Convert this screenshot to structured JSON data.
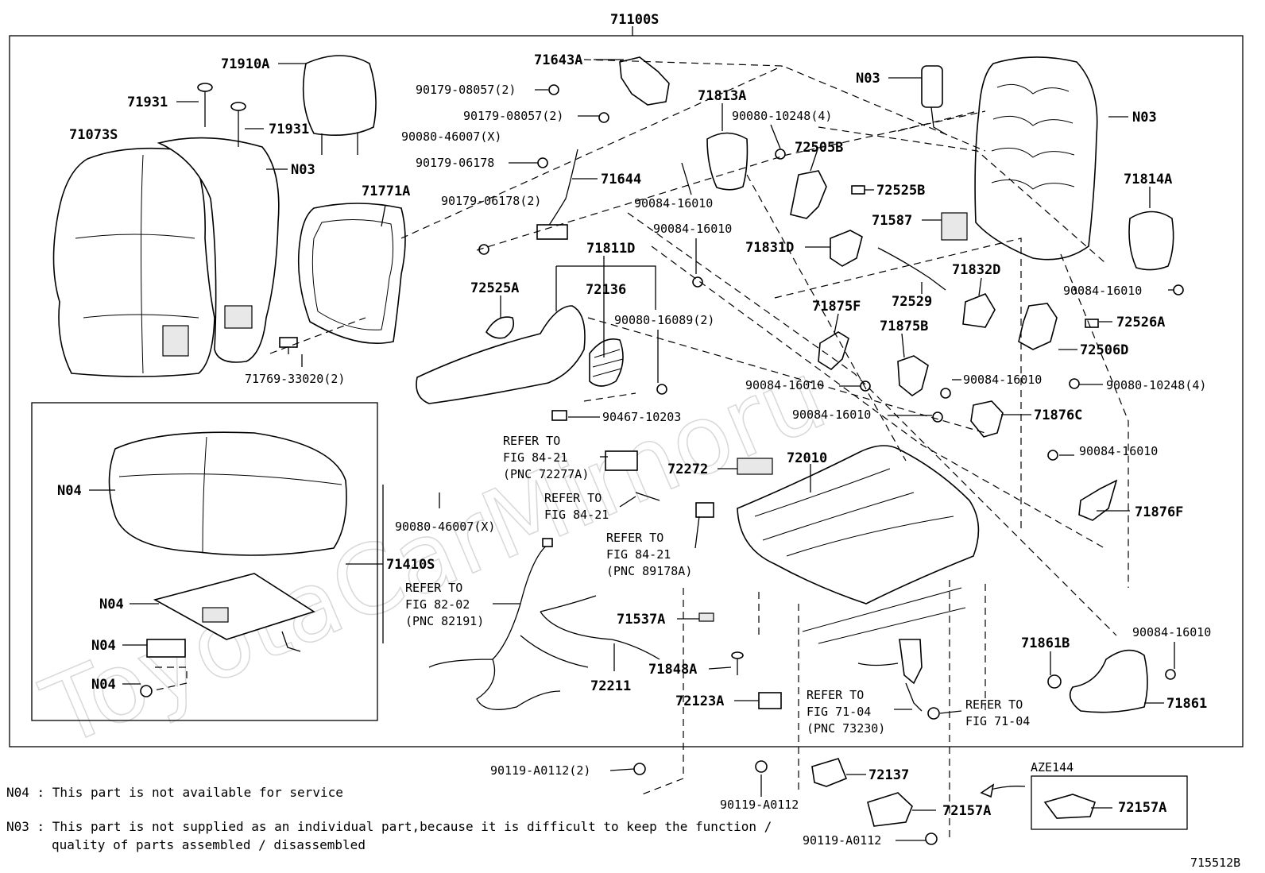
{
  "watermark": "ToyotaCarMimoru",
  "diagram_id": "715512B",
  "labels": {
    "l71100S": "71100S",
    "l71910A": "71910A",
    "l71931a": "71931",
    "l71931b": "71931",
    "l71073S": "71073S",
    "lN03a": "N03",
    "l71771A": "71771A",
    "l71769": "71769-33020(2)",
    "l71643A": "71643A",
    "l9017908057a": "90179-08057(2)",
    "l9017908057b": "90179-08057(2)",
    "l9008046007a": "90080-46007(X)",
    "l9017906178": "90179-06178",
    "l71644": "71644",
    "l9017906178b": "90179-06178(2)",
    "l71813A": "71813A",
    "l9008410010a": "90084-16010",
    "l9008410010b": "90084-16010",
    "l9008010248a": "90080-10248(4)",
    "l72505B": "72505B",
    "l72525B": "72525B",
    "l71587": "71587",
    "l71831D": "71831D",
    "lN03b": "N03",
    "lN03c": "N03",
    "l71814A": "71814A",
    "l9008410010c": "90084-16010",
    "l72525A": "72525A",
    "l71811D": "71811D",
    "l72136": "72136",
    "l9008016089": "90080-16089(2)",
    "l90467": "90467-10203",
    "l72529": "72529",
    "l71832D": "71832D",
    "l71875F": "71875F",
    "l71875B": "71875B",
    "l72526A": "72526A",
    "l72506D": "72506D",
    "l9008410010d": "90084-16010",
    "l9008410010e": "90084-16010",
    "l9008010248b": "90080-10248(4)",
    "l9008410010f": "90084-16010",
    "l71876C": "71876C",
    "lN04a": "N04",
    "l71410S": "71410S",
    "lN04b": "N04",
    "lN04c": "N04",
    "lN04d": "N04",
    "ref1a": "REFER TO",
    "ref1b": "FIG 84-21",
    "ref1c": "(PNC 72277A)",
    "l72272": "72272",
    "l72010": "72010",
    "l9008410010g": "90084-16010",
    "l71876F": "71876F",
    "ref2a": "REFER TO",
    "ref2b": "FIG 84-21",
    "ref3a": "REFER TO",
    "ref3b": "FIG 84-21",
    "ref3c": "(PNC 89178A)",
    "l9008046007b": "90080-46007(X)",
    "ref4a": "REFER TO",
    "ref4b": "FIG 82-02",
    "ref4c": "(PNC 82191)",
    "l71537A": "71537A",
    "l71848A": "71848A",
    "l72211": "72211",
    "l72123A": "72123A",
    "ref5a": "REFER TO",
    "ref5b": "FIG 71-04",
    "ref5c": "(PNC 73230)",
    "ref6a": "REFER TO",
    "ref6b": "FIG 71-04",
    "l71861B": "71861B",
    "l9008410010h": "90084-16010",
    "l71861": "71861",
    "l90119a": "90119-A0112(2)",
    "l90119b": "90119-A0112",
    "l72137": "72137",
    "l72157A": "72157A",
    "l90119c": "90119-A0112",
    "lAZE144": "AZE144",
    "l72157Ab": "72157A"
  },
  "notes": {
    "n04": "N04 : This part is not available for service",
    "n03a": "N03 : This part is not supplied as an individual part,because it is difficult to keep the function /",
    "n03b": "quality of parts assembled / disassembled"
  }
}
